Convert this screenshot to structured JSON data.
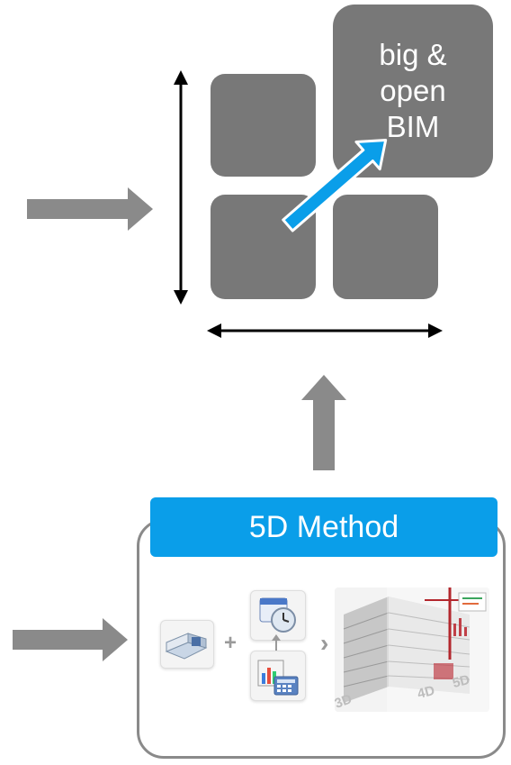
{
  "top_diagram": {
    "big_tile_lines": [
      "big &",
      "open",
      "BIM"
    ]
  },
  "method": {
    "title": "5D Method",
    "plus": "+",
    "chevron": "›",
    "tags": [
      "3D",
      "4D",
      "5D"
    ]
  },
  "colors": {
    "tile": "#787878",
    "accent_blue": "#0a9ee9",
    "arrow_gray": "#8a8a8a",
    "box_border": "#8a8a8a"
  }
}
